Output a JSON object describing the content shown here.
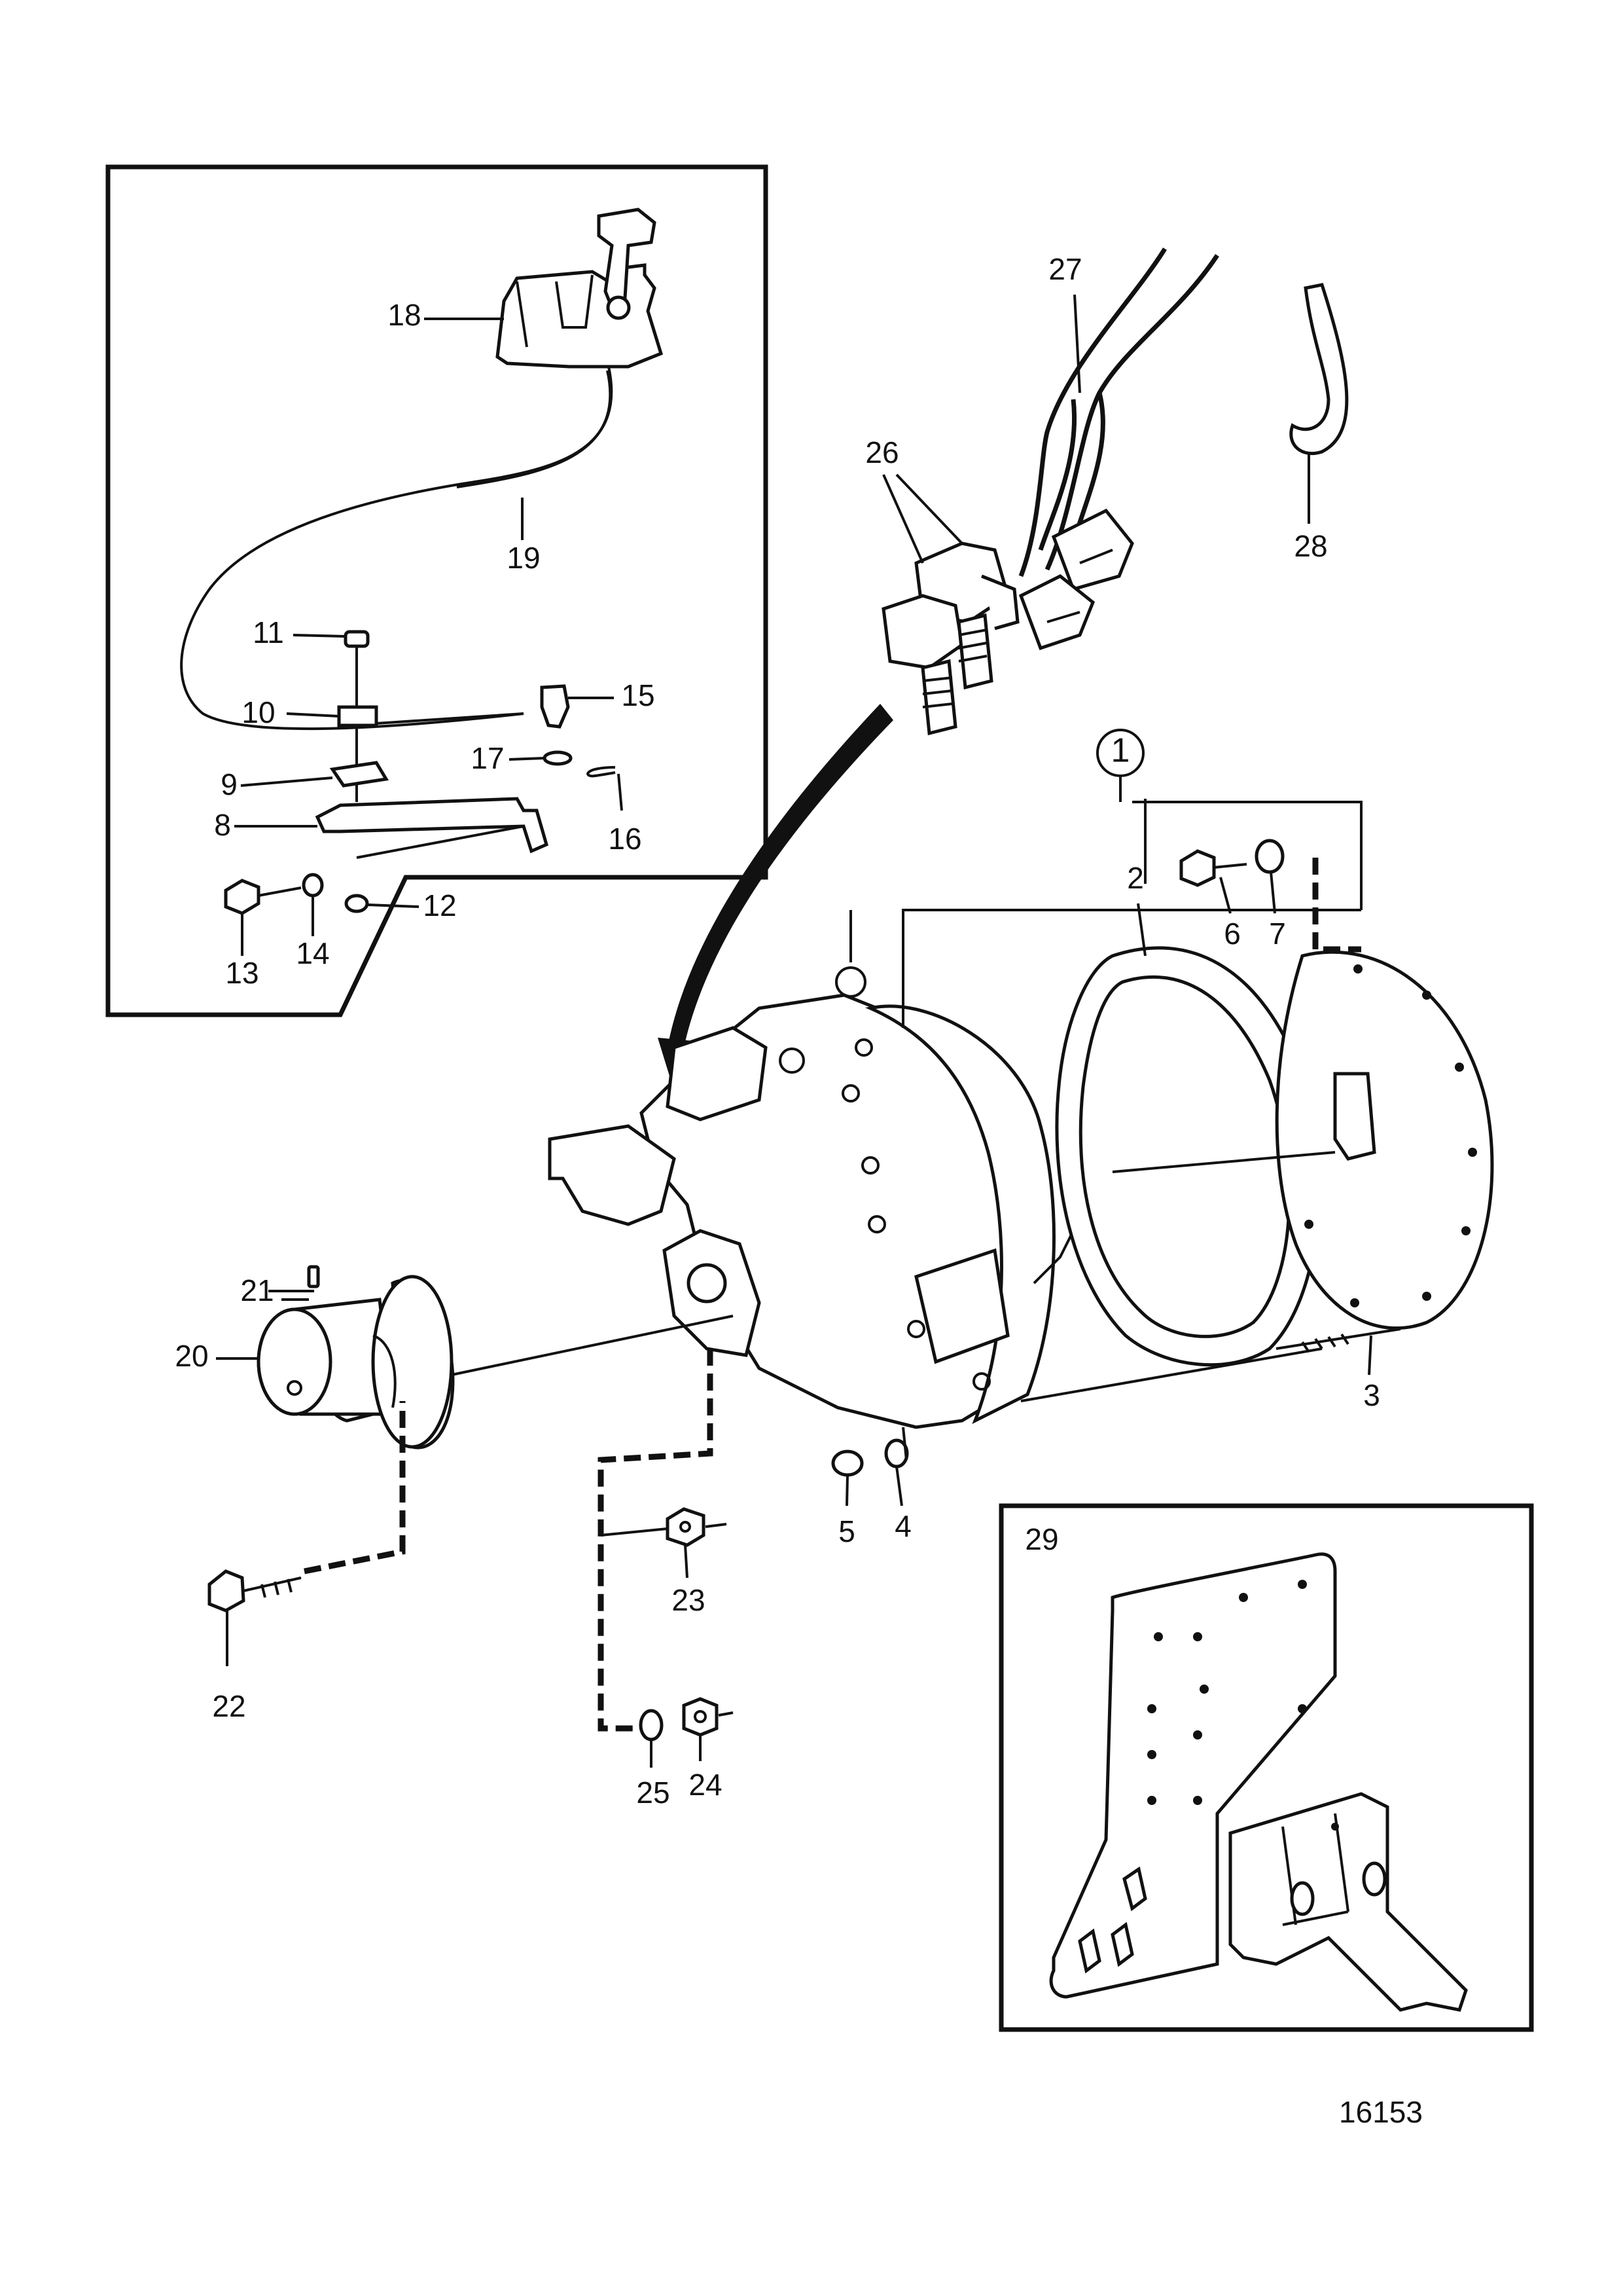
{
  "figure": {
    "reference_number": "16153",
    "inset_box_29_label": "29",
    "assembly_circle_label": "1"
  },
  "callouts": [
    {
      "id": "2",
      "text": "2"
    },
    {
      "id": "3",
      "text": "3"
    },
    {
      "id": "4",
      "text": "4"
    },
    {
      "id": "5",
      "text": "5"
    },
    {
      "id": "6",
      "text": "6"
    },
    {
      "id": "7",
      "text": "7"
    },
    {
      "id": "8",
      "text": "8"
    },
    {
      "id": "9",
      "text": "9"
    },
    {
      "id": "10",
      "text": "10"
    },
    {
      "id": "11",
      "text": "11"
    },
    {
      "id": "12",
      "text": "12"
    },
    {
      "id": "13",
      "text": "13"
    },
    {
      "id": "14",
      "text": "14"
    },
    {
      "id": "15",
      "text": "15"
    },
    {
      "id": "16",
      "text": "16"
    },
    {
      "id": "17",
      "text": "17"
    },
    {
      "id": "18",
      "text": "18"
    },
    {
      "id": "19",
      "text": "19"
    },
    {
      "id": "20",
      "text": "20"
    },
    {
      "id": "21",
      "text": "21"
    },
    {
      "id": "22",
      "text": "22"
    },
    {
      "id": "23",
      "text": "23"
    },
    {
      "id": "24",
      "text": "24"
    },
    {
      "id": "25",
      "text": "25"
    },
    {
      "id": "26",
      "text": "26"
    },
    {
      "id": "27",
      "text": "27"
    },
    {
      "id": "28",
      "text": "28"
    }
  ]
}
